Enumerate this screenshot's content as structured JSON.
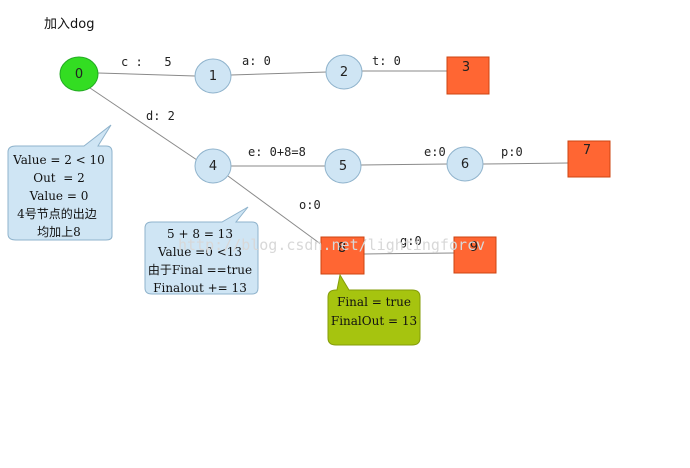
{
  "title": "加入dog",
  "colors": {
    "start_node": "#33dd22",
    "circle_node": "#cfe5f4",
    "final_node": "#ff6633",
    "callout_blue": "#cfe5f4",
    "callout_green": "#a6c40f"
  },
  "nodes": [
    {
      "id": "0",
      "label": "0"
    },
    {
      "id": "1",
      "label": "1"
    },
    {
      "id": "2",
      "label": "2"
    },
    {
      "id": "3",
      "label": "3"
    },
    {
      "id": "4",
      "label": "4"
    },
    {
      "id": "5",
      "label": "5"
    },
    {
      "id": "6",
      "label": "6"
    },
    {
      "id": "7",
      "label": "7"
    },
    {
      "id": "8",
      "label": "8"
    },
    {
      "id": "9",
      "label": "9"
    }
  ],
  "edges": [
    {
      "from": "0",
      "to": "1",
      "label": "c :   5"
    },
    {
      "from": "1",
      "to": "2",
      "label": "a: 0"
    },
    {
      "from": "2",
      "to": "3",
      "label": "t: 0"
    },
    {
      "from": "0",
      "to": "4",
      "label": "d: 2"
    },
    {
      "from": "4",
      "to": "5",
      "label": "e: 0+8=8"
    },
    {
      "from": "5",
      "to": "6",
      "label": "e:0"
    },
    {
      "from": "6",
      "to": "7",
      "label": "p:0"
    },
    {
      "from": "4",
      "to": "8",
      "label": "o:0"
    },
    {
      "from": "8",
      "to": "9",
      "label": "g:0"
    }
  ],
  "callouts": {
    "node0": [
      "Value = 2 < 10",
      "Out  = 2",
      "Value = 0",
      "4号节点的出边",
      "均加上8"
    ],
    "node4": [
      "5 + 8 = 13",
      "Value =0 <13",
      "由于Final ==true",
      "Finalout += 13"
    ],
    "node8": [
      "Final = true",
      "FinalOut = 13"
    ]
  },
  "watermark": "http://blog.csdn.net/lightingforcv"
}
